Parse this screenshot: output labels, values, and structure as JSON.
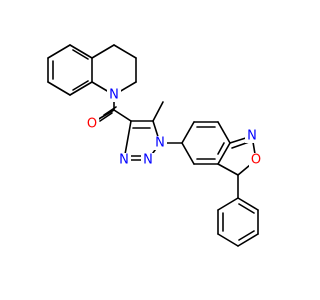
{
  "colors": {
    "bond": "#000000",
    "nitrogen": "#0000ff",
    "oxygen": "#ff0000",
    "background": "#ffffff"
  },
  "atoms": {
    "n_quinoline": "N",
    "o_carbonyl": "O",
    "n1_triazole": "N",
    "n2_triazole": "N",
    "n3_triazole": "N",
    "n_benzisoxazole": "N",
    "o_benzisoxazole": "O"
  }
}
